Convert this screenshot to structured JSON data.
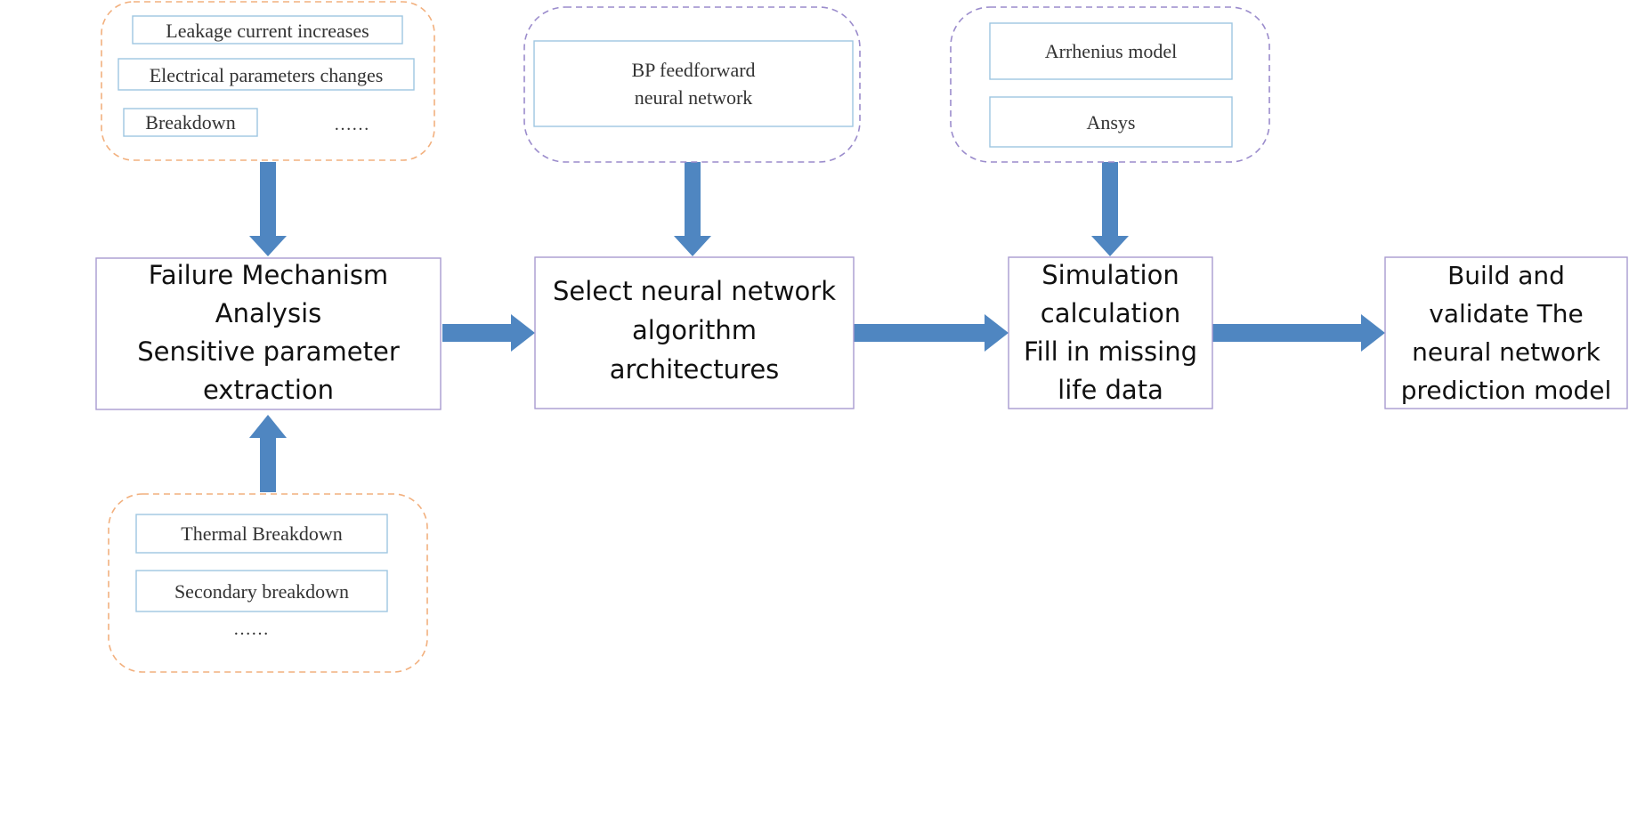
{
  "colors": {
    "arrow": "#4f86c1",
    "group_orange": "#f2b07e",
    "group_purple": "#9b8ccc",
    "box_blue_border": "#9ec6e2",
    "main_border": "#a89bd0"
  },
  "groups": {
    "top_left": {
      "items": [
        "Leakage current increases",
        "Electrical parameters changes",
        "Breakdown"
      ],
      "ellipsis": "……"
    },
    "bottom_left": {
      "items": [
        "Thermal Breakdown",
        "Secondary breakdown"
      ],
      "ellipsis": "……"
    },
    "top_middle": {
      "lines": [
        "BP feedforward",
        "neural network"
      ]
    },
    "top_right": {
      "items": [
        "Arrhenius model",
        "Ansys"
      ]
    }
  },
  "main": {
    "failure": [
      "Failure Mechanism",
      "Analysis",
      "Sensitive parameter",
      "extraction"
    ],
    "select": [
      "Select neural network",
      "algorithm",
      "architectures"
    ],
    "simulation": [
      "Simulation",
      "calculation",
      "Fill in missing",
      "life data"
    ],
    "build": [
      "Build and",
      "validate The",
      "neural network",
      "prediction model"
    ]
  }
}
